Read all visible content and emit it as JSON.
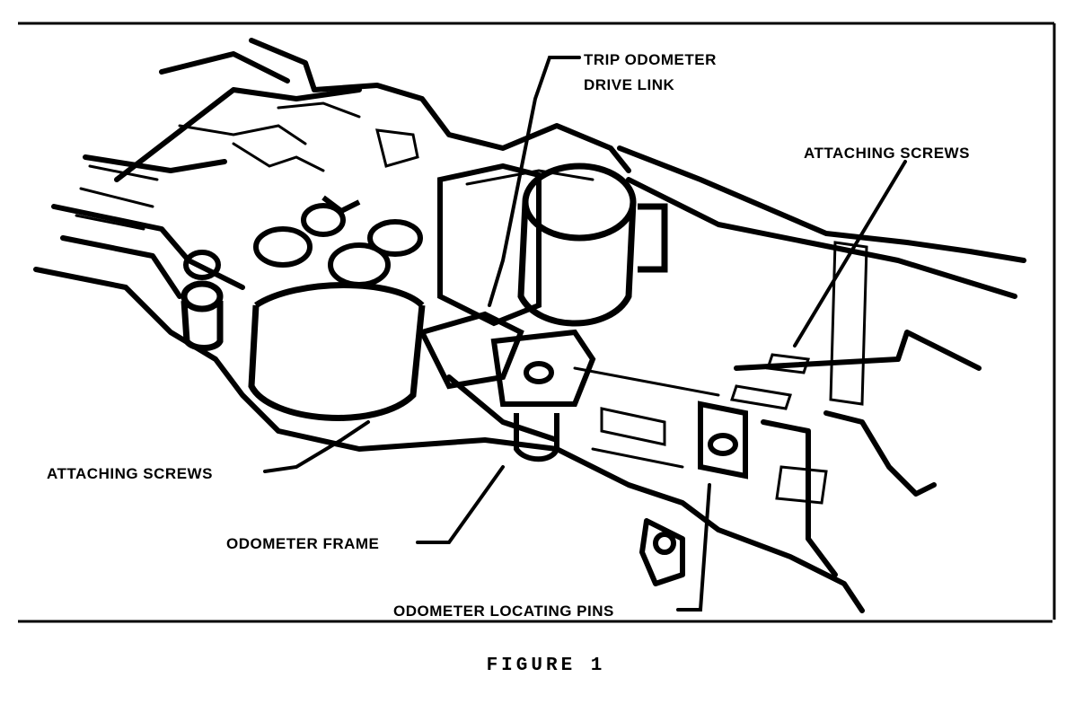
{
  "labels": {
    "trip_odometer_line1": "TRIP ODOMETER",
    "trip_odometer_line2": "DRIVE LINK",
    "attaching_screws_right": "ATTACHING SCREWS",
    "attaching_screws_left": "ATTACHING SCREWS",
    "odometer_frame": "ODOMETER FRAME",
    "odometer_locating_pins": "ODOMETER LOCATING PINS"
  },
  "caption": "FIGURE 1",
  "colors": {
    "ink": "#000000",
    "paper": "#ffffff"
  }
}
